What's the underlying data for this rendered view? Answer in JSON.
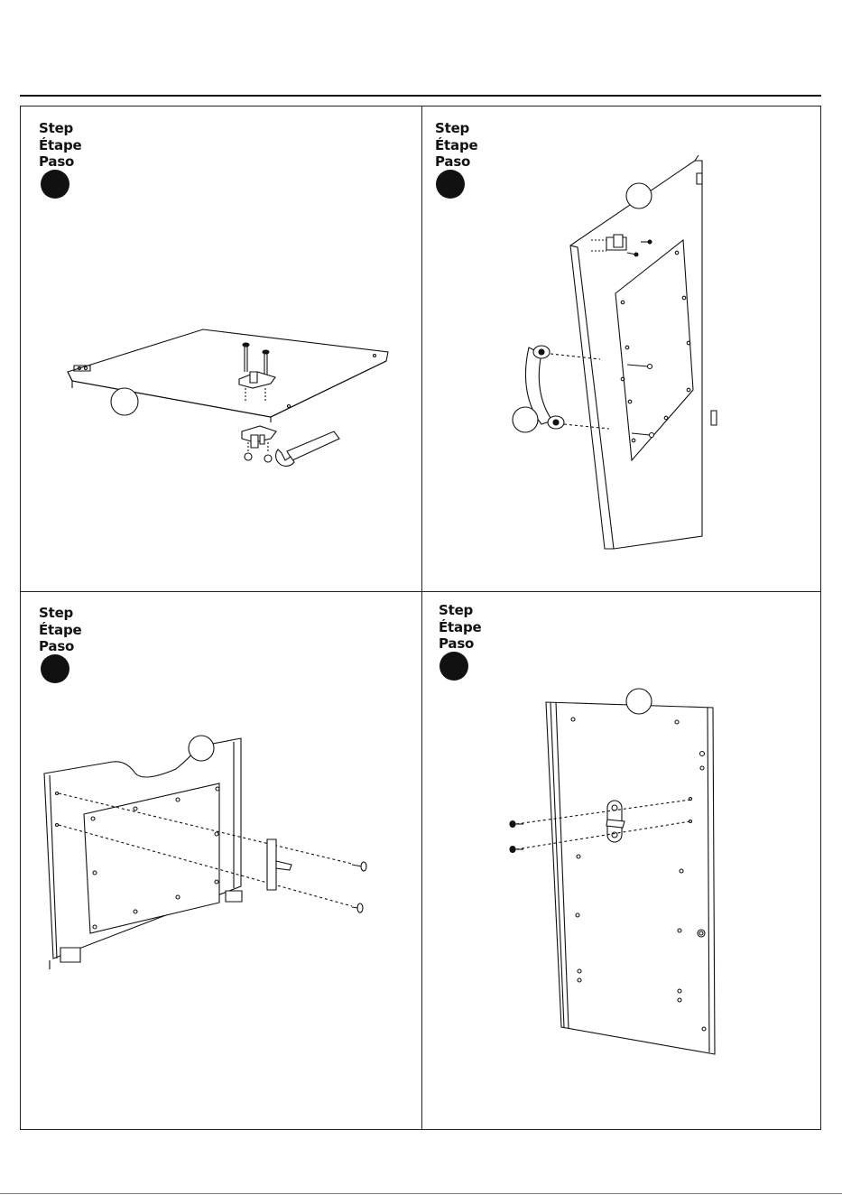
{
  "steps": [
    {
      "word_en": "Step",
      "word_fr": "Étape",
      "word_es": "Paso"
    },
    {
      "word_en": "Step",
      "word_fr": "Étape",
      "word_es": "Paso"
    },
    {
      "word_en": "Step",
      "word_fr": "Étape",
      "word_es": "Paso"
    },
    {
      "word_en": "Step",
      "word_fr": "Étape",
      "word_es": "Paso"
    }
  ],
  "icons": [
    "panel-illustration",
    "screw-icon",
    "bracket-icon",
    "wrench-icon",
    "handle-icon",
    "callout-circle"
  ]
}
